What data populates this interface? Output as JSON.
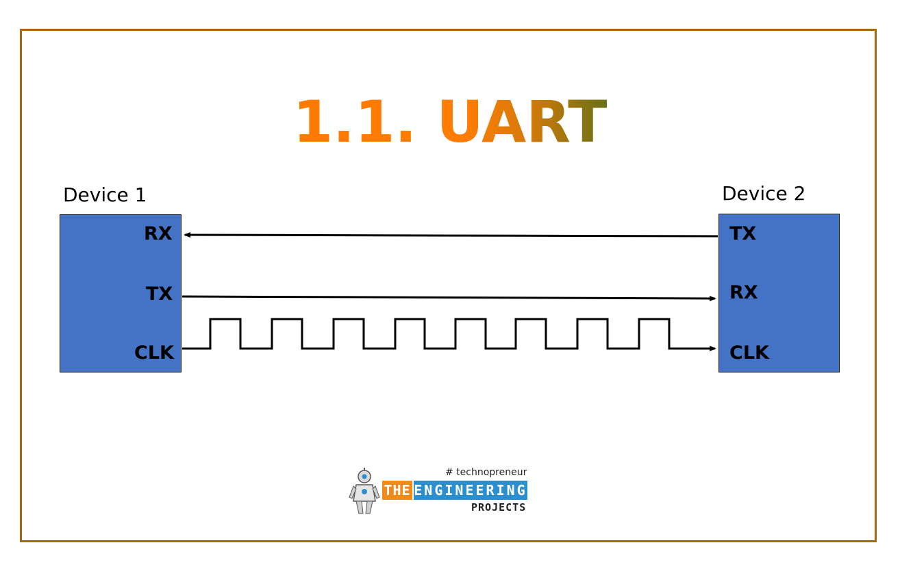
{
  "title": "1.1. UART",
  "device1": {
    "label": "Device 1",
    "pins": {
      "rx": "RX",
      "tx": "TX",
      "clk": "CLK"
    }
  },
  "device2": {
    "label": "Device 2",
    "pins": {
      "tx": "TX",
      "rx": "RX",
      "clk": "CLK"
    }
  },
  "logo": {
    "tagline": "# technopreneur",
    "word1": "THE",
    "word2": "ENGINEERING",
    "word3": "PROJECTS"
  },
  "colors": {
    "frame": "#a5670f",
    "device_box": "#4472c4",
    "title_start": "#ff7a00",
    "title_end": "#6b7116",
    "logo_orange": "#f28a1a",
    "logo_blue": "#2b8fcf"
  }
}
